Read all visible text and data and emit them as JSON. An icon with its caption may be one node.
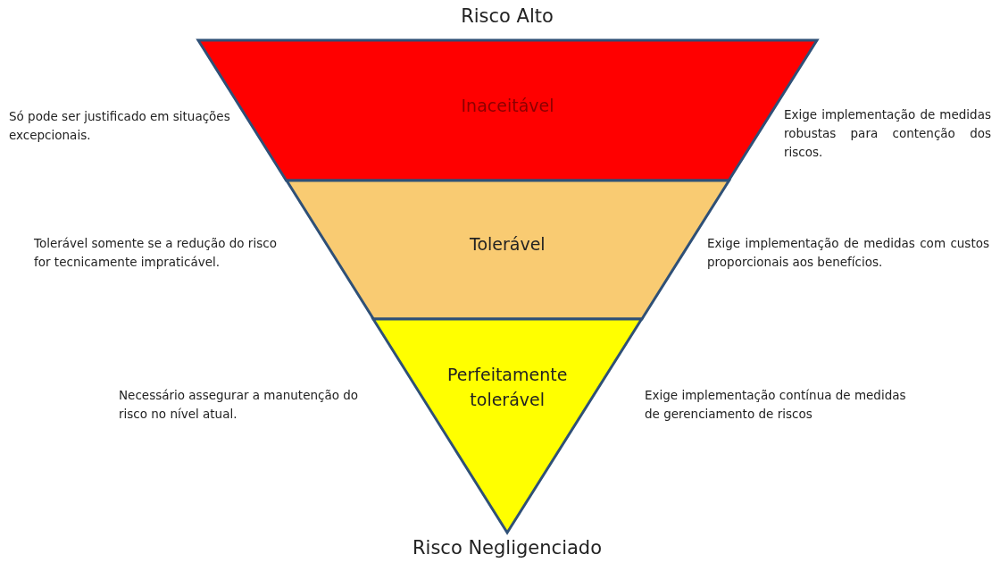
{
  "diagram": {
    "nodes": [
      {
        "text": [
          "Inaceitável"
        ],
        "beside": [
          "Só pode ser justificado em situações excepcionais.",
          "Exige implementação de medidas robustas para contenção dos riscos."
        ]
      },
      {
        "text": [
          "Tolerável"
        ],
        "beside": [
          "Tolerável somente se a redução do risco for tecnicamente impraticável.",
          "Exige implementação de medidas com custos proporcionais aos benefícios."
        ]
      },
      {
        "text": [
          "Perfeitamente tolerável"
        ],
        "beside": [
          "Necessário assegurar a manutenção do risco no nível atual.",
          "Exige implementação contínua de medidas de gerenciamento de riscos"
        ]
      }
    ],
    "edges": [],
    "labels": [
      "Risco Alto",
      "Risco Negligenciado"
    ]
  }
}
